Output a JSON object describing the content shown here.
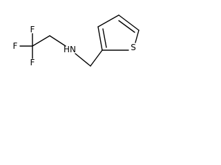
{
  "molecule": {
    "atoms": {
      "fluorine_top": "F",
      "fluorine_left": "F",
      "fluorine_bottom": "F",
      "amine": "HN",
      "sulfur": "S"
    }
  }
}
